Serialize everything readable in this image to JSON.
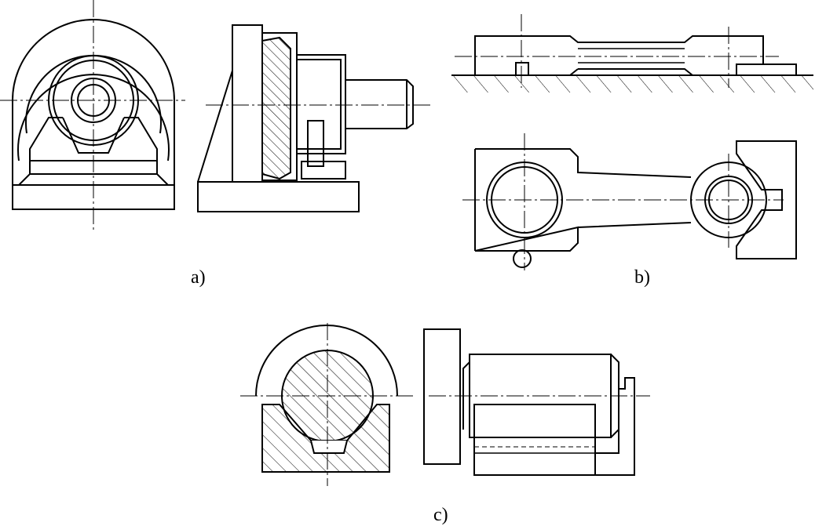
{
  "figures": {
    "a": {
      "label": "a)"
    },
    "b": {
      "label": "b)"
    },
    "c": {
      "label": "c)"
    }
  }
}
